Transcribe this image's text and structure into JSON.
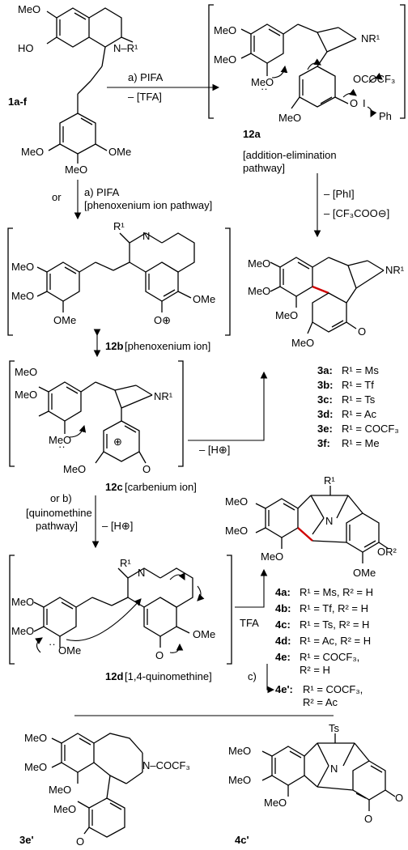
{
  "reagents": {
    "step_a": "a) PIFA",
    "minus_tfa": "– [TFA]",
    "or": "or",
    "step_a2": "a) PIFA",
    "phenoxenium_pathway": "[phenoxenium ion pathway]",
    "addition_elim_1": "[addition-elimination",
    "addition_elim_2": "pathway]",
    "minus_phi": "– [PhI]",
    "minus_cf3coo": "– [CF₃COO⊖]",
    "minus_h_1": "– [H⊕]",
    "or_b": "or b)",
    "quinomethine_1": "[quinomethine",
    "quinomethine_2": "pathway]",
    "minus_h_2": "– [H⊕]",
    "tfa": "TFA",
    "step_c": "c)"
  },
  "compounds": {
    "c1af": "1a-f",
    "c12a": "12a",
    "c12b": "12b",
    "c12b_desc": "[phenoxenium ion]",
    "c12c": "12c",
    "c12c_desc": "[carbenium ion]",
    "c12d": "12d",
    "c12d_desc": "[1,4-quinomethine]",
    "c3e_prime": "3e'",
    "c4c_prime": "4c'"
  },
  "atoms": {
    "meo": "MeO",
    "ome": "OMe",
    "ho": "HO",
    "o": "O",
    "n_r1": "N–R¹",
    "nr1": "NR¹",
    "r1": "R¹",
    "n": "N",
    "or2": "OR²",
    "ocof3": "OCOCF₃",
    "ph": "Ph",
    "i": "I",
    "o_plus": "O⊕",
    "ncocf3": "N–COCF₃",
    "ts": "Ts",
    "plus": "⊕",
    "lone_pair": "··"
  },
  "products_3": [
    {
      "id": "3a:",
      "sub": "R¹ = Ms"
    },
    {
      "id": "3b:",
      "sub": "R¹ = Tf"
    },
    {
      "id": "3c:",
      "sub": "R¹ = Ts"
    },
    {
      "id": "3d:",
      "sub": "R¹ = Ac"
    },
    {
      "id": "3e:",
      "sub": "R¹ = COCF₃"
    },
    {
      "id": "3f:",
      "sub": "R¹ = Me"
    }
  ],
  "products_4": [
    {
      "id": "4a:",
      "sub": "R¹ = Ms, R² = H"
    },
    {
      "id": "4b:",
      "sub": "R¹ = Tf, R² = H"
    },
    {
      "id": "4c:",
      "sub": "R¹ = Ts, R² = H"
    },
    {
      "id": "4d:",
      "sub": "R¹ = Ac, R² = H"
    },
    {
      "id": "4e:",
      "sub": "R¹ = COCF₃,"
    },
    {
      "id": "",
      "sub": "R² = H"
    },
    {
      "id": "4e':",
      "sub": "R¹ = COCF₃,"
    },
    {
      "id": "",
      "sub": "R² = Ac"
    }
  ]
}
